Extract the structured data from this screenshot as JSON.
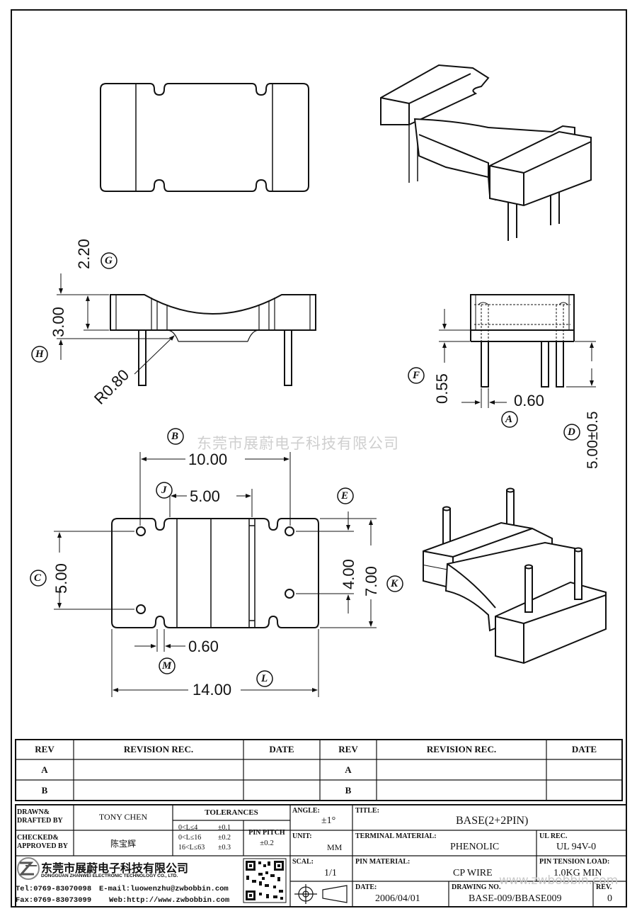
{
  "dimensions": {
    "g_label": "2.20",
    "h_label": "3.00",
    "radius": "R0.80",
    "f_label": "0.55",
    "a_label": "0.60",
    "d_label": "5.00±0.5",
    "b_label": "10.00",
    "j_label": "5.00",
    "c_label": "5.00",
    "e_label": "4.00",
    "k_label": "7.00",
    "m_label": "0.60",
    "l_label": "14.00"
  },
  "callouts": [
    "G",
    "H",
    "F",
    "A",
    "D",
    "B",
    "J",
    "E",
    "C",
    "K",
    "M",
    "L"
  ],
  "watermark": "东莞市展蔚电子科技有限公司",
  "watermark_url": "www.zwbobbin.com",
  "revision_table": {
    "headers": [
      "REV",
      "REVISION REC.",
      "DATE",
      "REV",
      "REVISION REC.",
      "DATE"
    ],
    "rows": [
      [
        "A",
        "",
        "",
        "A",
        "",
        ""
      ],
      [
        "B",
        "",
        "",
        "B",
        "",
        ""
      ]
    ]
  },
  "title_block": {
    "drawn_label": "DRAWN& DRAFTED BY",
    "drawn_value": "TONY CHEN",
    "checked_label": "CHECKED& APPROVED BY",
    "checked_value": "陈宝辉",
    "tolerances_label": "TOLERANCES",
    "tol_rows": [
      {
        "range": "0<L≤4",
        "tol": "±0.1"
      },
      {
        "range": "0<L≤16",
        "tol": "±0.2"
      },
      {
        "range": "16<L≤63",
        "tol": "±0.3"
      }
    ],
    "pin_pitch_label": "PIN PITCH",
    "pin_pitch_value": "±0.2",
    "angle_label": "ANGLE:",
    "angle_value": "±1°",
    "unit_label": "UNIT:",
    "unit_value": "MM",
    "scale_label": "SCAL:",
    "scale_value": "1/1",
    "title_label": "TITLE:",
    "title_value": "BASE(2+2PIN)",
    "terminal_label": "TERMINAL MATERIAL:",
    "terminal_value": "PHENOLIC",
    "ul_label": "UL REC.",
    "ul_value": "UL 94V-0",
    "pin_material_label": "PIN MATERIAL:",
    "pin_material_value": "CP WIRE",
    "tension_label": "PIN TENSION LOAD:",
    "tension_value": "1.0KG MIN",
    "date_label": "DATE:",
    "date_value": "2006/04/01",
    "drawing_label": "DRAWING NO.",
    "drawing_value": "BASE-009/BBASE009",
    "rev_label": "REV.",
    "rev_value": "0"
  },
  "company": {
    "name_cn": "东莞市展蔚电子科技有限公司",
    "name_en": "DONGGUAN ZHANWEI ELECTRONIC TECHNOLOGY CO., LTD.",
    "tel": "Tel:0769-83070098",
    "email": "E-mail:luowenzhu@zwbobbin.com",
    "fax": "Fax:0769-83073099",
    "web": "Web:http://www.zwbobbin.com"
  }
}
